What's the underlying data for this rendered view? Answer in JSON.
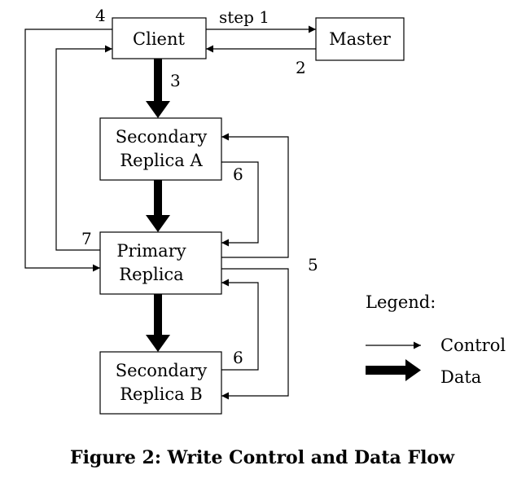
{
  "nodes": {
    "client": "Client",
    "master": "Master",
    "secondary_a": [
      "Secondary",
      "Replica A"
    ],
    "primary": [
      "Primary",
      "Replica"
    ],
    "secondary_b": [
      "Secondary",
      "Replica B"
    ]
  },
  "steps": {
    "step1": "step 1",
    "step2": "2",
    "step3": "3",
    "step4": "4",
    "step5": "5",
    "step6a": "6",
    "step6b": "6",
    "step7": "7"
  },
  "legend": {
    "title": "Legend:",
    "control": "Control",
    "data": "Data"
  },
  "caption": "Figure 2: Write Control and Data Flow",
  "colors": {
    "stroke": "#000000",
    "background": "#ffffff"
  }
}
